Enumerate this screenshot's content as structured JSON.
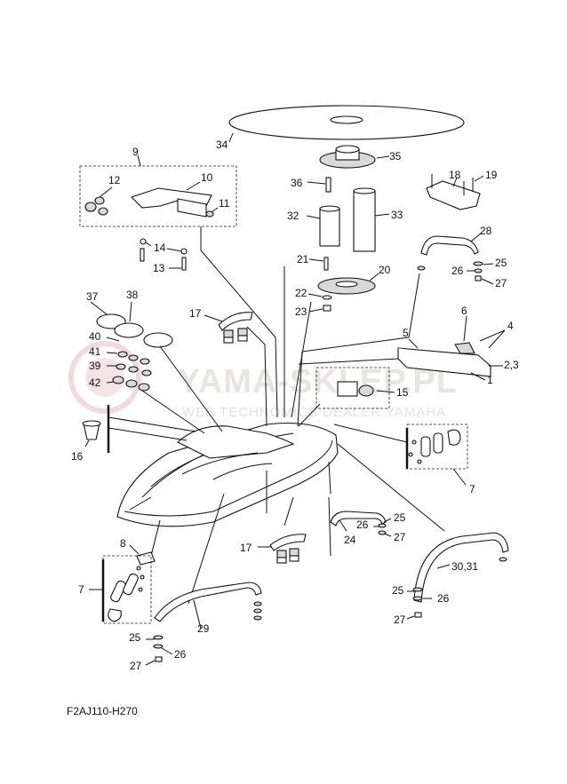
{
  "watermark": {
    "brand": "YAMA-SKLEP.PL",
    "tagline": "WEB TECHNOMICS DEALER YAMAHA"
  },
  "diagram_code": "F2AJ110-H270",
  "callouts": {
    "c34": "34",
    "c35": "35",
    "c36": "36",
    "c32": "32",
    "c33": "33",
    "c9": "9",
    "c10": "10",
    "c11": "11",
    "c12": "12",
    "c14": "14",
    "c13": "13",
    "c18": "18",
    "c19": "19",
    "c28": "28",
    "c26a": "26",
    "c25a": "25",
    "c27a": "27",
    "c21": "21",
    "c20": "20",
    "c22": "22",
    "c23": "23",
    "c37": "37",
    "c38": "38",
    "c40": "40",
    "c41": "41",
    "c39": "39",
    "c42": "42",
    "c17a": "17",
    "c6": "6",
    "c5": "5",
    "c4": "4",
    "c23b": "2,3",
    "c1": "1",
    "c15": "15",
    "c16": "16",
    "c7a": "7",
    "c8": "8",
    "c7b": "7",
    "c17b": "17",
    "c26b": "26",
    "c25b": "25",
    "c24": "24",
    "c27b": "27",
    "c3031": "30,31",
    "c25c": "25",
    "c26c": "26",
    "c27c": "27",
    "c29": "29",
    "c25d": "25",
    "c26d": "26",
    "c27d": "27"
  }
}
